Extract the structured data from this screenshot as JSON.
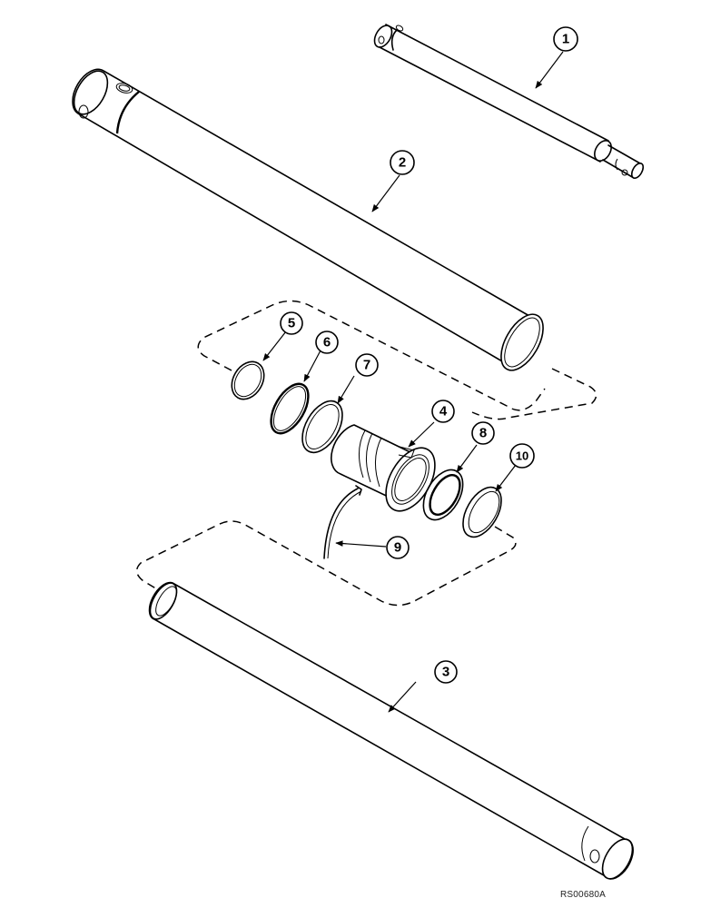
{
  "diagram": {
    "type": "exploded-parts-view",
    "subject": "hydraulic cylinder assembly",
    "callouts": [
      {
        "id": "1",
        "label": "1",
        "part": "rod"
      },
      {
        "id": "2",
        "label": "2",
        "part": "barrel"
      },
      {
        "id": "3",
        "label": "3",
        "part": "tube"
      },
      {
        "id": "4",
        "label": "4",
        "part": "gland"
      },
      {
        "id": "5",
        "label": "5",
        "part": "ring"
      },
      {
        "id": "6",
        "label": "6",
        "part": "ring"
      },
      {
        "id": "7",
        "label": "7",
        "part": "ring"
      },
      {
        "id": "8",
        "label": "8",
        "part": "seal"
      },
      {
        "id": "9",
        "label": "9",
        "part": "retaining ring"
      },
      {
        "id": "10",
        "label": "10",
        "part": "wiper"
      }
    ],
    "reference_code": "RS00680A"
  }
}
